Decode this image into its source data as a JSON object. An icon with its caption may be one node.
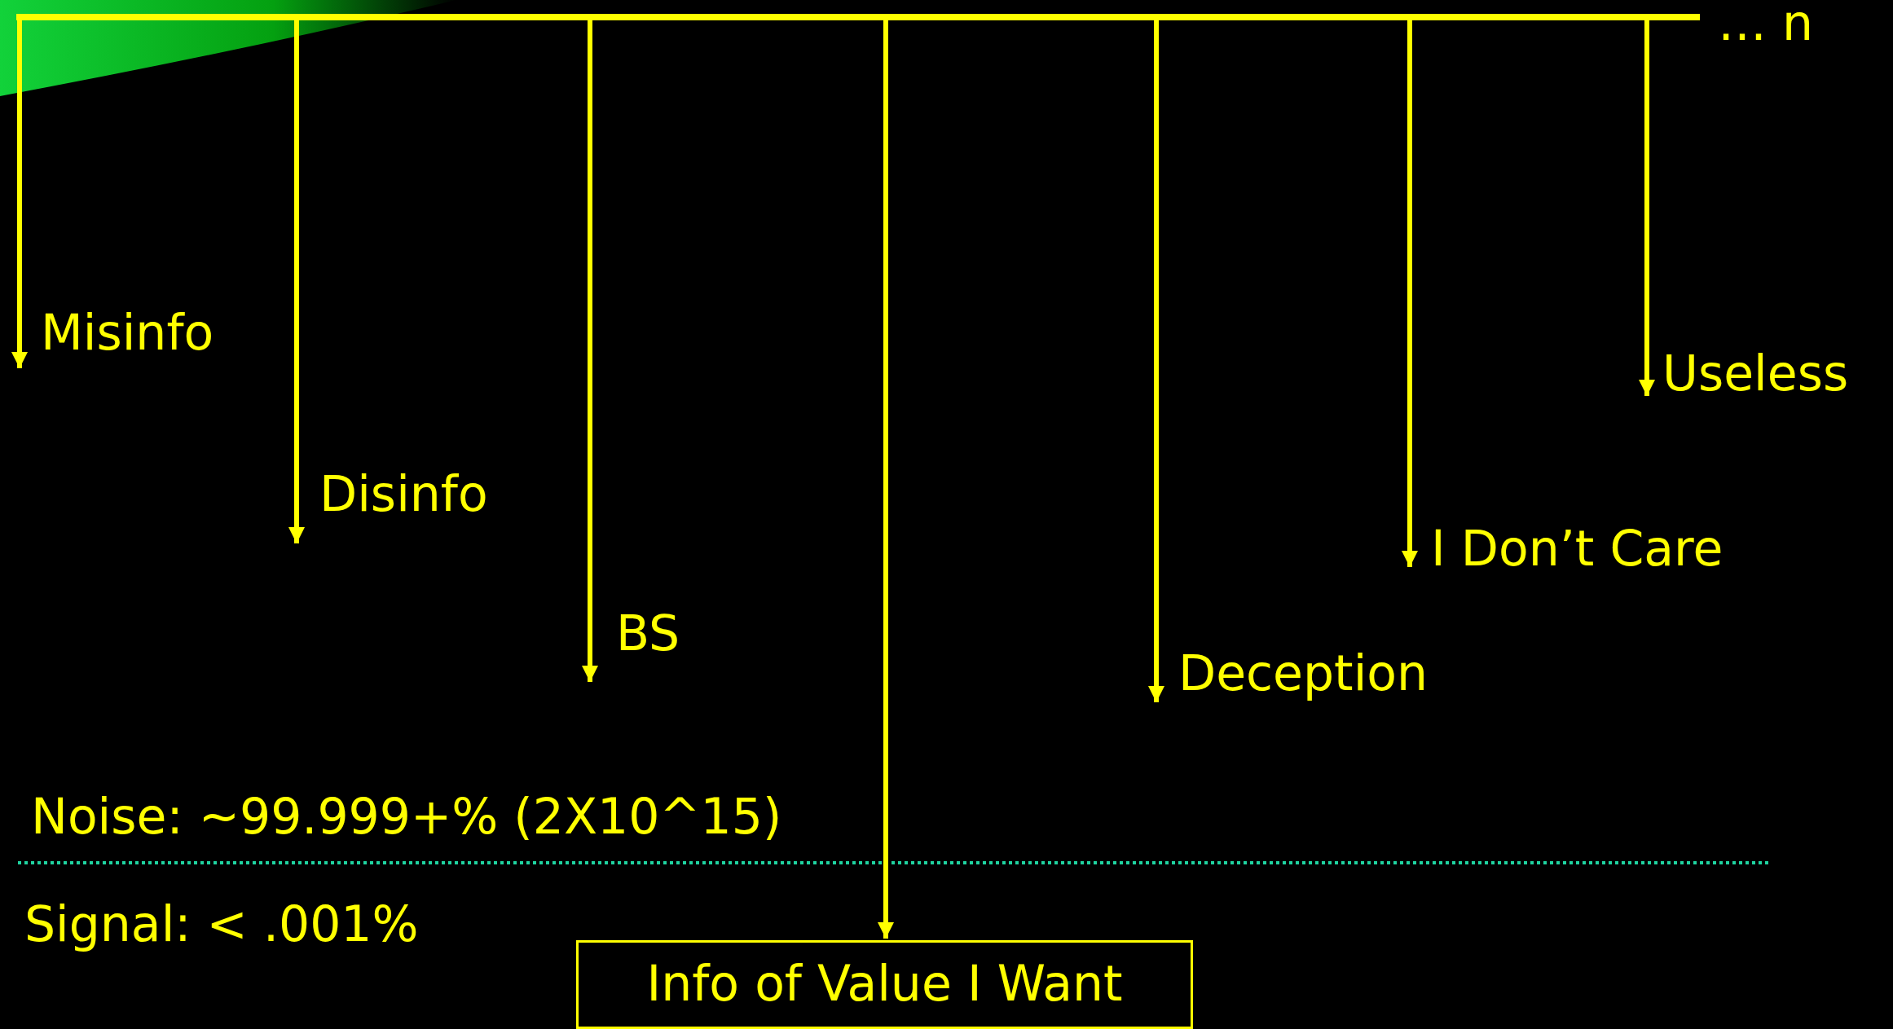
{
  "diagram": {
    "nodes": [
      {
        "text": [
          "Misinfo"
        ]
      },
      {
        "text": [
          "Disinfo"
        ]
      },
      {
        "text": [
          "BS"
        ]
      },
      {
        "text": [
          "Info of Value I Want"
        ]
      },
      {
        "text": [
          "Deception"
        ]
      },
      {
        "text": [
          "I Don’t Care"
        ]
      },
      {
        "text": [
          "Useless"
        ]
      }
    ],
    "edges": [
      {
        "from": null,
        "to": 0,
        "arrow": "to"
      },
      {
        "from": null,
        "to": 1,
        "arrow": "to"
      },
      {
        "from": null,
        "to": 2,
        "arrow": "to"
      },
      {
        "from": null,
        "to": 3,
        "arrow": "to"
      },
      {
        "from": null,
        "to": 4,
        "arrow": "to"
      },
      {
        "from": null,
        "to": 5,
        "arrow": "to"
      },
      {
        "from": null,
        "to": 6,
        "arrow": "to"
      }
    ],
    "labels": [
      "… n",
      "Noise: ~99.999+% (2X10^15)",
      "Signal: < .001%"
    ]
  }
}
